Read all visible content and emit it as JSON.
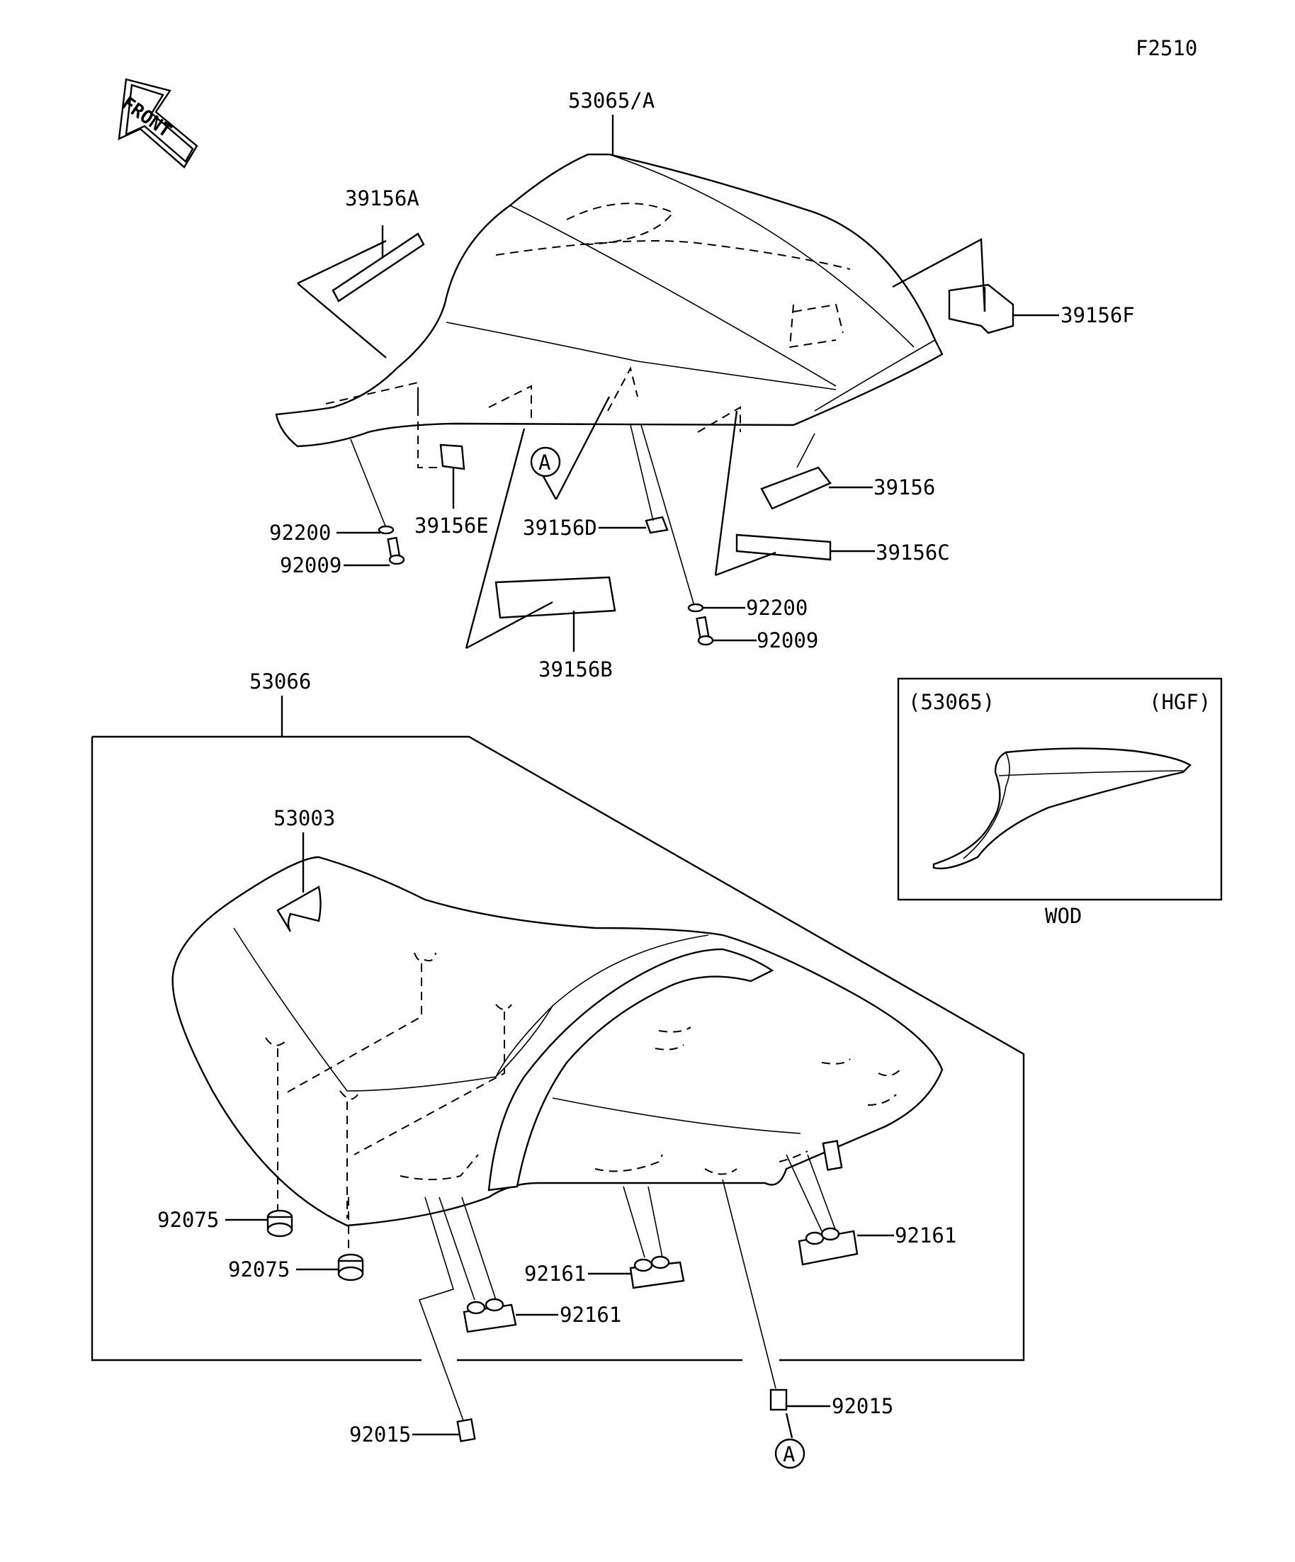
{
  "figure_code": "F2510",
  "front_label": "FRONT",
  "callout_marker": "A",
  "labels": {
    "seat_cover": "53065/A",
    "pad_39156A": "39156A",
    "pad_39156F": "39156F",
    "pad_39156": "39156",
    "pad_39156C": "39156C",
    "pad_39156E": "39156E",
    "pad_39156D": "39156D",
    "pad_39156B": "39156B",
    "washer_left": "92200",
    "bolt_left": "92009",
    "washer_right": "92200",
    "bolt_right": "92009",
    "seat_assy": "53066",
    "tag_53003": "53003",
    "damper_upper": "92075",
    "damper_lower": "92075",
    "bracket_right": "92161",
    "bracket_mid": "92161",
    "bracket_left": "92161",
    "collar_left": "92015",
    "collar_right": "92015"
  },
  "inset": {
    "part": "(53065)",
    "variant": "(HGF)",
    "color_code": "WOD"
  }
}
